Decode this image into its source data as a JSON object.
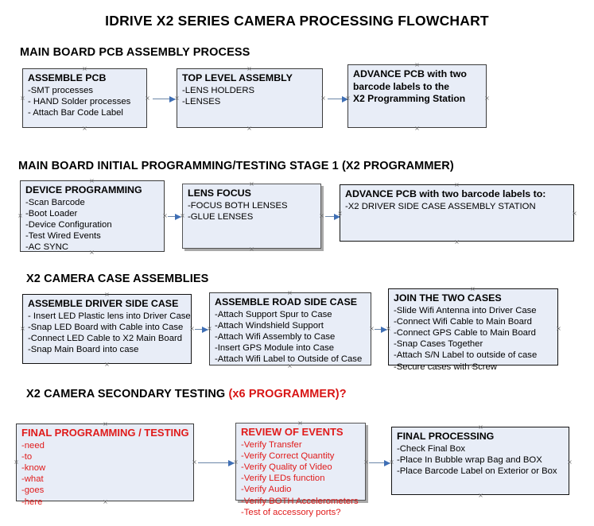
{
  "document": {
    "title": "IDRIVE X2  SERIES CAMERA PROCESSING FLOWCHART"
  },
  "colors": {
    "box_fill": "#e8edf7",
    "box_border": "#3b3b3b",
    "connector": "#6b86a8",
    "arrow_head": "#3f6fb5",
    "accent_red": "#e01b1b",
    "text": "#000000"
  },
  "sections": [
    {
      "id": "main-board-pcb-assembly-process",
      "heading": "MAIN BOARD PCB ASSEMBLY PROCESS",
      "heading_accent": "",
      "boxes": [
        {
          "id": "assemble-pcb",
          "title": "ASSEMBLE PCB",
          "items": [
            "-SMT processes",
            "- HAND Solder processes",
            "- Attach Bar Code Label"
          ]
        },
        {
          "id": "top-level-assembly",
          "title": "TOP LEVEL ASSEMBLY",
          "items": [
            "-LENS HOLDERS",
            "-LENSES"
          ]
        },
        {
          "id": "advance-pcb-programming-station",
          "title": "ADVANCE PCB with two",
          "items": [
            "barcode labels to the",
            " X2 Programming Station"
          ]
        }
      ]
    },
    {
      "id": "main-board-initial-programming",
      "heading": "MAIN BOARD INITIAL PROGRAMMING/TESTING STAGE 1 (X2 PROGRAMMER)",
      "heading_accent": "",
      "boxes": [
        {
          "id": "device-programming",
          "title": "DEVICE PROGRAMMING",
          "items": [
            "-Scan Barcode",
            "-Boot Loader",
            "-Device Configuration",
            "-Test Wired Events",
            "-AC SYNC"
          ]
        },
        {
          "id": "lens-focus",
          "title": "LENS FOCUS",
          "items": [
            "-FOCUS BOTH LENSES",
            "-GLUE LENSES"
          ]
        },
        {
          "id": "advance-pcb-driver-side-case",
          "title": "ADVANCE PCB with two barcode labels to:",
          "items": [
            "-X2 DRIVER  SIDE  CASE  ASSEMBLY STATION"
          ]
        }
      ]
    },
    {
      "id": "x2-camera-case-assemblies",
      "heading": "X2 CAMERA CASE ASSEMBLIES",
      "heading_accent": "",
      "boxes": [
        {
          "id": "assemble-driver-side-case",
          "title": "ASSEMBLE DRIVER SIDE CASE",
          "items": [
            "- Insert LED Plastic lens into Driver Case",
            "-Snap LED Board with Cable into Case",
            "-Connect LED Cable to X2 Main Board",
            "-Snap Main Board into case"
          ]
        },
        {
          "id": "assemble-road-side-case",
          "title": "ASSEMBLE ROAD SIDE CASE",
          "items": [
            "-Attach Support Spur to Case",
            "-Attach Windshield Support",
            "-Attach Wifi Assembly to Case",
            "-Insert GPS Module into Case",
            "-Attach Wifi Label to Outside of Case"
          ]
        },
        {
          "id": "join-the-two-cases",
          "title": "JOIN THE TWO CASES",
          "items": [
            "-Slide Wifi Antenna into Driver Case",
            "-Connect Wifi Cable to Main Board",
            "-Connect GPS Cable to Main Board",
            "-Snap Cases Together",
            "-Attach S/N Label to outside of case",
            "-Secure cases with Screw"
          ]
        }
      ]
    },
    {
      "id": "x2-camera-secondary-testing",
      "heading": "X2 CAMERA SECONDARY TESTING ",
      "heading_accent": "(x6 PROGRAMMER)?",
      "boxes": [
        {
          "id": "final-programming-testing",
          "title": "FINAL PROGRAMMING / TESTING",
          "items": [
            "-need",
            "-to",
            "-know",
            "-what",
            "-goes",
            "-here"
          ]
        },
        {
          "id": "review-of-events",
          "title": "REVIEW OF EVENTS",
          "items": [
            "-Verify Transfer",
            "-Verify Correct Quantity",
            "-Verify Quality of Video",
            "-Verify LEDs function",
            "-Verify Audio",
            "-Verify BOTH Accelerometers",
            "-Test of accessory ports?"
          ]
        },
        {
          "id": "final-processing",
          "title": "FINAL PROCESSING",
          "items": [
            " -Check Final Box",
            "-Place In Bubble wrap Bag and BOX",
            "-Place Barcode Label on Exterior or Box"
          ]
        }
      ]
    }
  ]
}
